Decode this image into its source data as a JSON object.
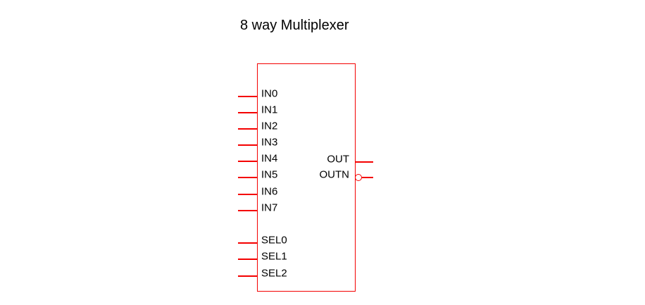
{
  "title": "8 way Multiplexer",
  "colors": {
    "wire": "#f40000",
    "text": "#000000",
    "background": "#ffffff"
  },
  "component": {
    "kind": "multiplexer-symbol",
    "inputs": [
      {
        "label": "IN0"
      },
      {
        "label": "IN1"
      },
      {
        "label": "IN2"
      },
      {
        "label": "IN3"
      },
      {
        "label": "IN4"
      },
      {
        "label": "IN5"
      },
      {
        "label": "IN6"
      },
      {
        "label": "IN7"
      },
      {
        "label": "SEL0"
      },
      {
        "label": "SEL1"
      },
      {
        "label": "SEL2"
      }
    ],
    "outputs": [
      {
        "label": "OUT",
        "inverted": false
      },
      {
        "label": "OUTN",
        "inverted": true
      }
    ]
  }
}
